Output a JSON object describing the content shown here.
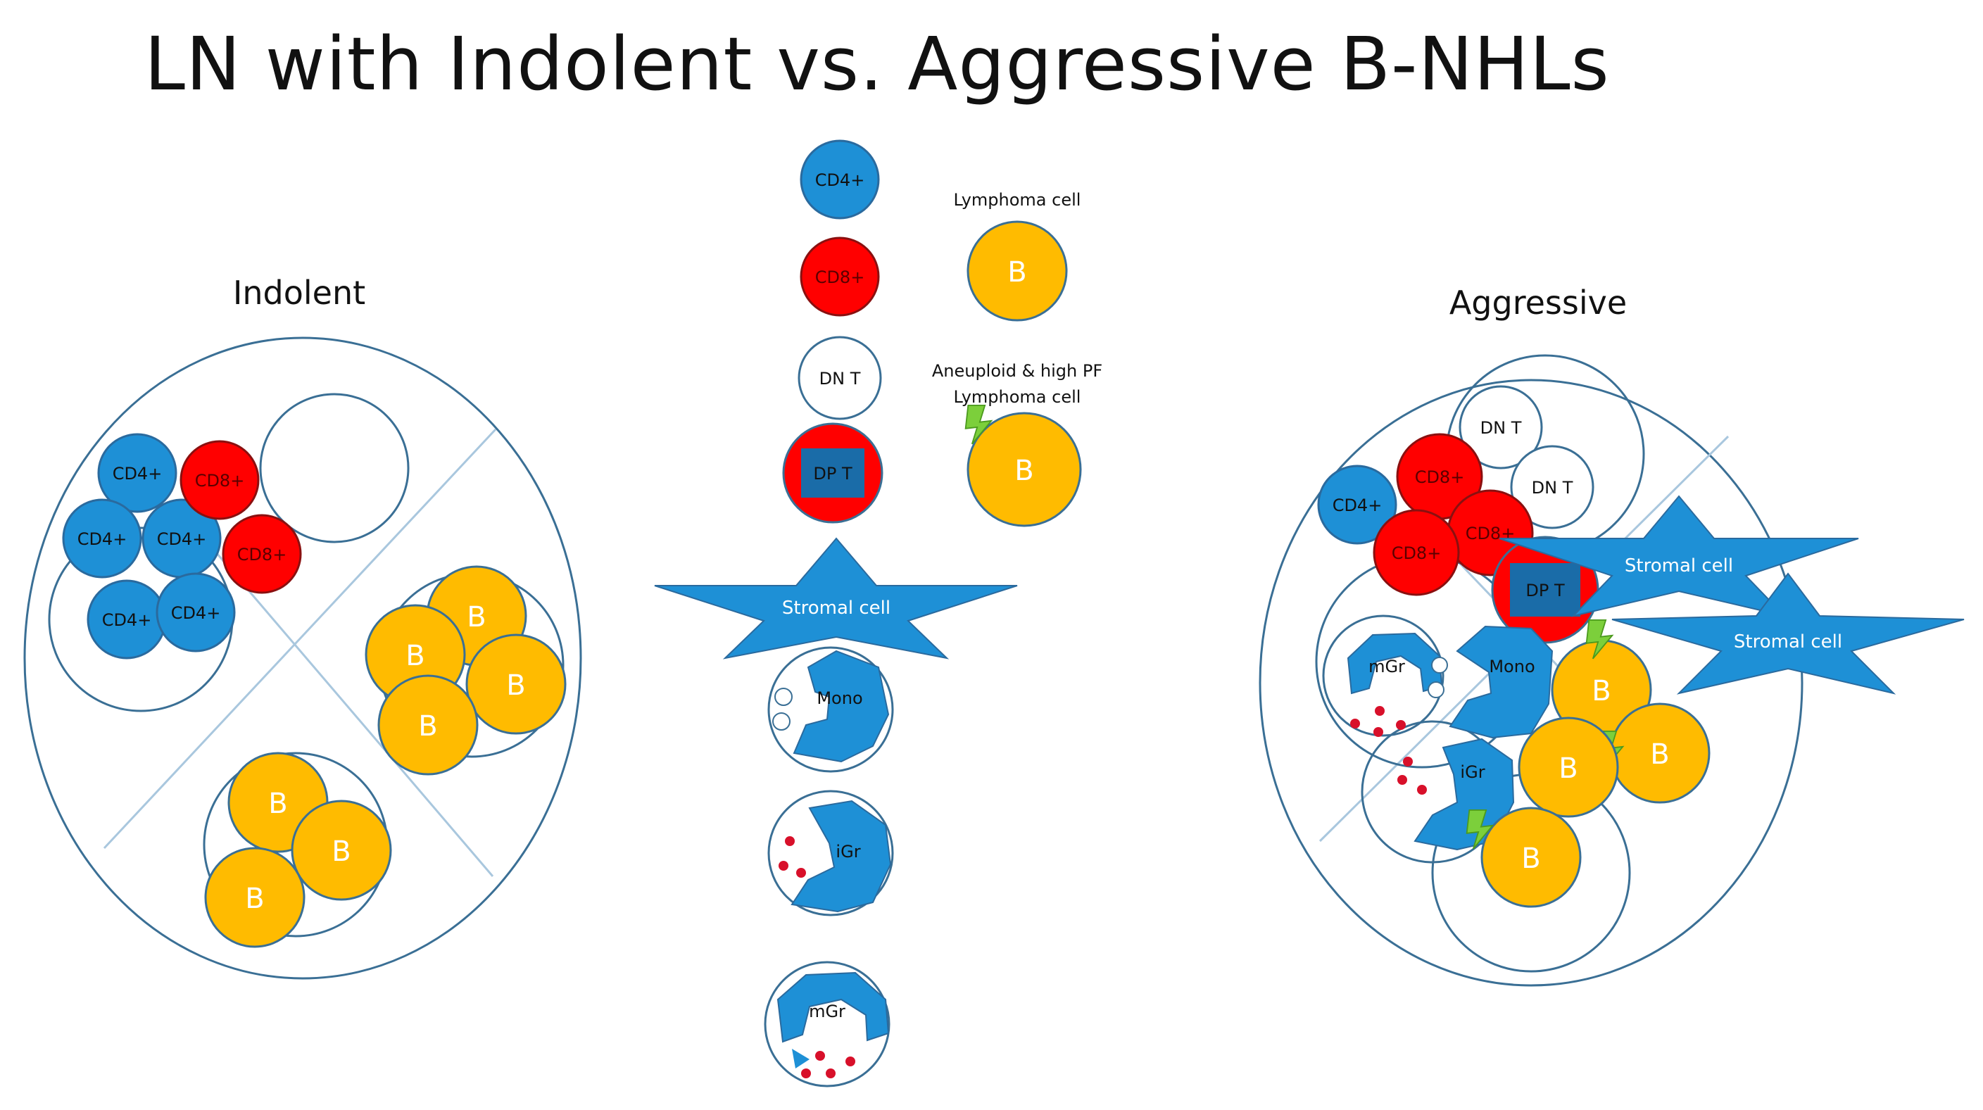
{
  "title": "LN with Indolent vs. Aggressive B-NHLs",
  "panels": {
    "indolent": {
      "label": "Indolent"
    },
    "aggressive": {
      "label": "Aggressive"
    }
  },
  "cells": {
    "cd4": "CD4+",
    "cd8": "CD8+",
    "dn_t": "DN T",
    "dp_t": "DP T",
    "b": "B",
    "stromal": "Stromal cell",
    "mono": "Mono",
    "igr": "iGr",
    "mgr": "mGr"
  },
  "legend": {
    "lymphoma_cell": "Lymphoma cell",
    "aneuploid_line1": "Aneuploid & high PF",
    "aneuploid_line2": "Lymphoma cell"
  },
  "colors": {
    "cd4": "#1e90d6",
    "cd8": "#ff0000",
    "b_cell": "#ffbb00",
    "stromal": "#1e90d6",
    "dp_box": "#1a6ca8",
    "lightning": "#7ccf3b",
    "outline": "#3a6f95",
    "granule": "#d8102a"
  },
  "icons": [
    "lightning-bolt-icon"
  ]
}
